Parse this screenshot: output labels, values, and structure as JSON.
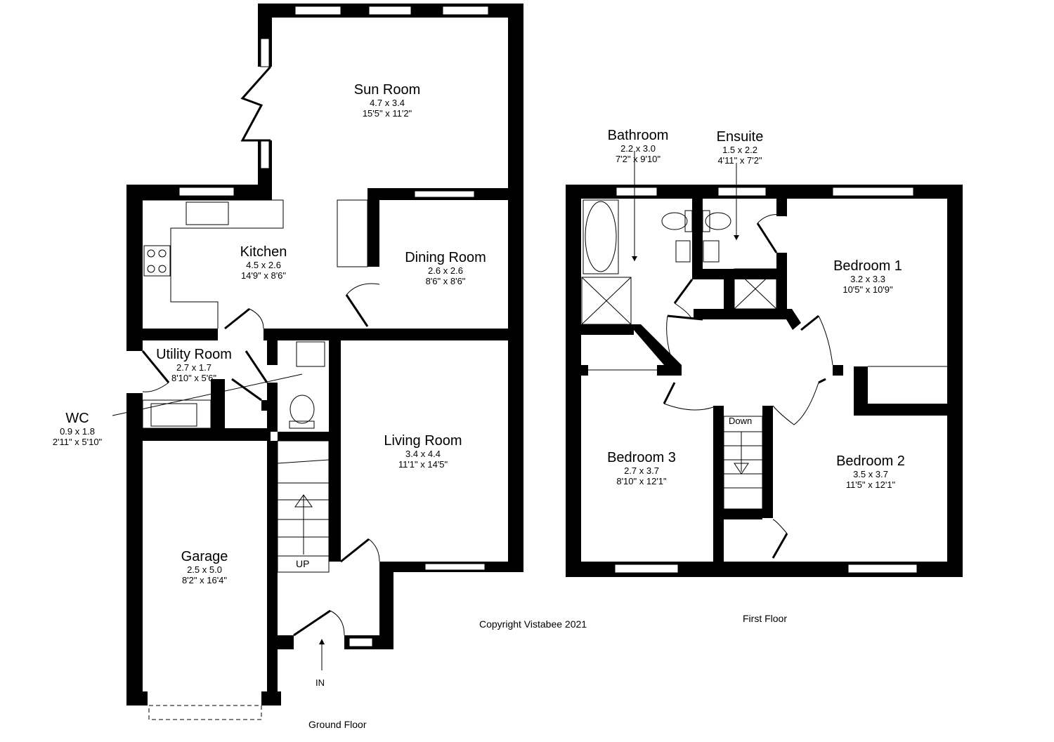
{
  "rooms": {
    "sun_room": {
      "name": "Sun Room",
      "metric": "4.7 x 3.4",
      "imperial": "15'5\" x 11'2\""
    },
    "kitchen": {
      "name": "Kitchen",
      "metric": "4.5 x 2.6",
      "imperial": "14'9\" x 8'6\""
    },
    "dining_room": {
      "name": "Dining Room",
      "metric": "2.6 x 2.6",
      "imperial": "8'6\" x 8'6\""
    },
    "utility_room": {
      "name": "Utility Room",
      "metric": "2.7 x 1.7",
      "imperial": "8'10\" x 5'6\""
    },
    "wc": {
      "name": "WC",
      "metric": "0.9 x 1.8",
      "imperial": "2'11\" x 5'10\""
    },
    "living_room": {
      "name": "Living Room",
      "metric": "3.4 x 4.4",
      "imperial": "11'1\" x 14'5\""
    },
    "garage": {
      "name": "Garage",
      "metric": "2.5 x 5.0",
      "imperial": "8'2\" x 16'4\""
    },
    "bathroom": {
      "name": "Bathroom",
      "metric": "2.2 x 3.0",
      "imperial": "7'2\" x 9'10\""
    },
    "ensuite": {
      "name": "Ensuite",
      "metric": "1.5 x 2.2",
      "imperial": "4'11\" x 7'2\""
    },
    "bedroom1": {
      "name": "Bedroom 1",
      "metric": "3.2 x 3.3",
      "imperial": "10'5\" x 10'9\""
    },
    "bedroom2": {
      "name": "Bedroom 2",
      "metric": "3.5 x 3.7",
      "imperial": "11'5\" x 12'1\""
    },
    "bedroom3": {
      "name": "Bedroom 3",
      "metric": "2.7 x 3.7",
      "imperial": "8'10\" x 12'1\""
    }
  },
  "labels": {
    "up": "UP",
    "down": "Down",
    "in": "IN",
    "ground_floor": "Ground Floor",
    "first_floor": "First Floor",
    "copyright": "Copyright Vistabee 2021"
  }
}
